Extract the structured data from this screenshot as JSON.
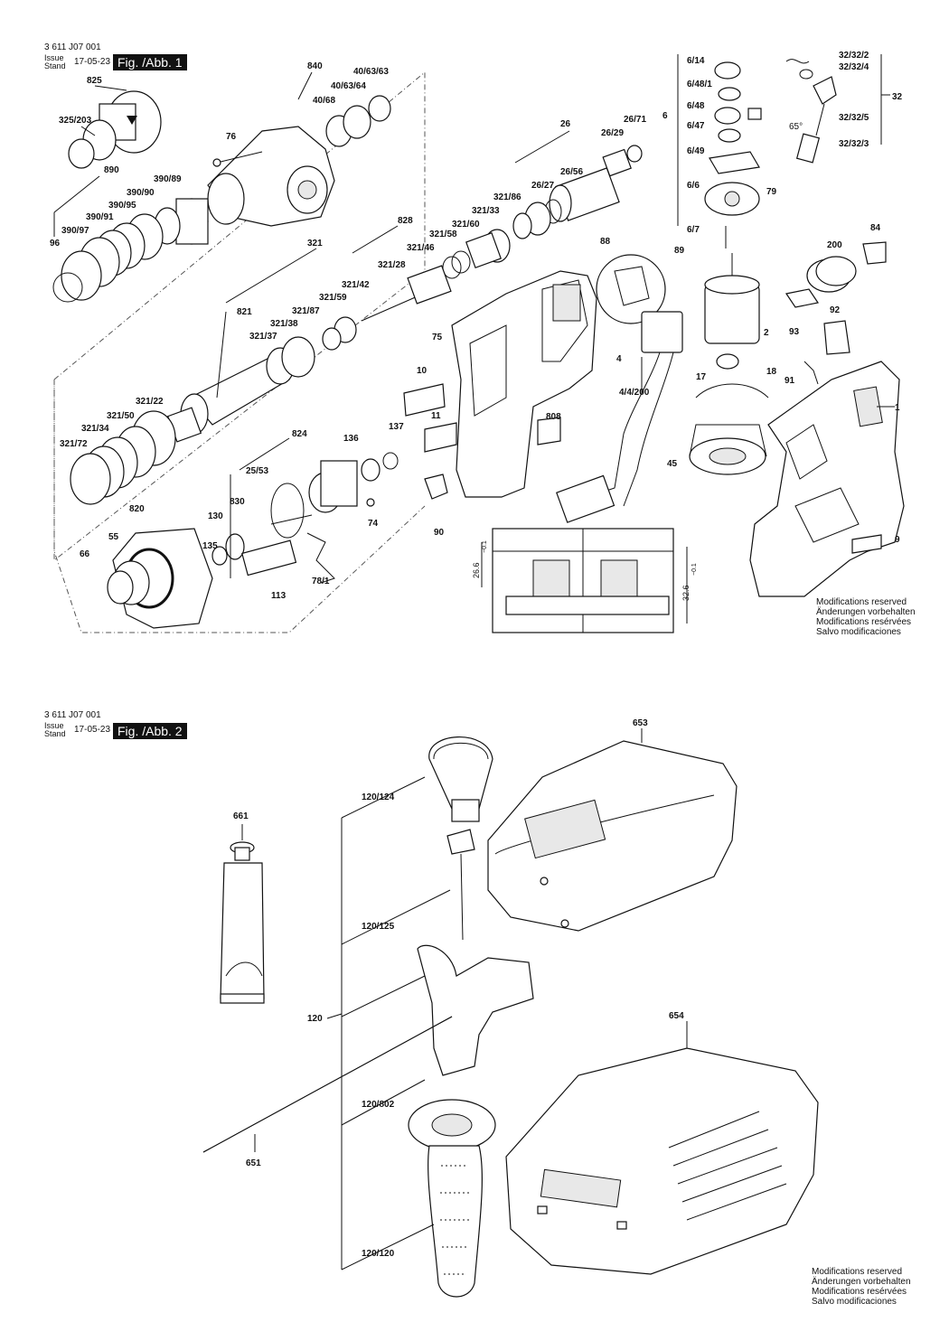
{
  "sheet1": {
    "doc_number": "3 611 J07 001",
    "issue_label_en": "Issue",
    "issue_label_de": "Stand",
    "date": "17-05-23",
    "fig_label": "Fig. /Abb. 1",
    "modifications": [
      "Modifications reserved",
      "Änderungen vorbehalten",
      "Modifications resérvées",
      "Salvo modificaciones"
    ],
    "dim_left": "26.6",
    "dim_left_tol": "−0.1",
    "dim_right": "32.6",
    "dim_right_tol": "−0.1",
    "angle": "65°",
    "part_labels": [
      "825",
      "325/203",
      "840",
      "40/63/63",
      "40/63/64",
      "40/68",
      "76",
      "890",
      "390/89",
      "390/90",
      "390/95",
      "390/91",
      "390/97",
      "96",
      "26",
      "26/71",
      "26/29",
      "26/56",
      "26/27",
      "321/86",
      "321/33",
      "321/60",
      "321/58",
      "321/46",
      "828",
      "321",
      "321/28",
      "321/42",
      "321/59",
      "821",
      "321/87",
      "321/38",
      "321/37",
      "75",
      "10",
      "11",
      "808",
      "321/22",
      "321/50",
      "321/34",
      "321/72",
      "824",
      "137",
      "136",
      "25/53",
      "830",
      "130",
      "135",
      "820",
      "55",
      "66",
      "74",
      "78/1",
      "113",
      "90",
      "1",
      "6/14",
      "6/48/1",
      "6/48",
      "6/47",
      "6",
      "6/49",
      "6/6",
      "79",
      "6/7",
      "88",
      "89",
      "32/32/2",
      "32/32/4",
      "32",
      "32/32/5",
      "32/32/3",
      "84",
      "200",
      "2",
      "93",
      "92",
      "4",
      "4/4/200",
      "17",
      "18",
      "91",
      "45",
      "9"
    ]
  },
  "sheet2": {
    "doc_number": "3 611 J07 001",
    "issue_label_en": "Issue",
    "issue_label_de": "Stand",
    "date": "17-05-23",
    "fig_label": "Fig. /Abb. 2",
    "modifications": [
      "Modifications reserved",
      "Änderungen vorbehalten",
      "Modifications resérvées",
      "Salvo modificaciones"
    ],
    "part_labels": [
      "653",
      "661",
      "120/124",
      "120/125",
      "120",
      "654",
      "120/802",
      "651",
      "120/120"
    ]
  }
}
